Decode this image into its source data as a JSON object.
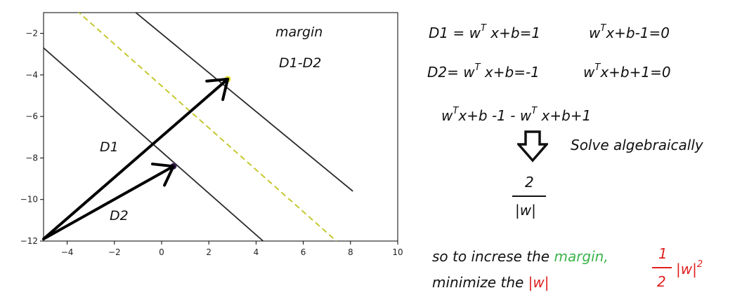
{
  "plot": {
    "labels": {
      "margin": "margin",
      "d1_d2": "D1-D2",
      "d1": "D1",
      "d2": "D2"
    },
    "colors": {
      "line": "#2a2a2a",
      "mid_line": "#c6c832",
      "point_yellow": "#e8e23a",
      "point_purple": "#3b1f57",
      "arrow": "#000000"
    }
  },
  "chart_data": {
    "type": "line",
    "xlim": [
      -5,
      10
    ],
    "ylim": [
      -12,
      -1
    ],
    "x_ticks": [
      -4,
      -2,
      0,
      2,
      4,
      6,
      8,
      10
    ],
    "y_ticks": [
      -2,
      -4,
      -6,
      -8,
      -10,
      -12
    ],
    "grid": false,
    "series": [
      {
        "style": "solid",
        "points": [
          [
            -1.2,
            -0.9
          ],
          [
            8.1,
            -9.6
          ]
        ]
      },
      {
        "style": "dashed",
        "points": [
          [
            -3.6,
            -0.9
          ],
          [
            7.4,
            -12
          ]
        ]
      },
      {
        "style": "solid",
        "points": [
          [
            -5,
            -2.7
          ],
          [
            4.3,
            -12
          ]
        ]
      }
    ],
    "points": [
      {
        "x": 2.8,
        "y": -4.2,
        "color": "yellow"
      },
      {
        "x": 0.5,
        "y": -8.4,
        "color": "purple"
      }
    ],
    "vectors": [
      {
        "from": [
          -5,
          -11.9
        ],
        "to": [
          2.8,
          -4.2
        ]
      },
      {
        "from": [
          -5,
          -11.9
        ],
        "to": [
          0.5,
          -8.4
        ]
      }
    ]
  },
  "equations": {
    "eq1_left": "D1 = w",
    "eq1_left_sup": "T",
    "eq1_left_rest": " x+b=1",
    "eq1_right": "w",
    "eq1_right_sup": "T",
    "eq1_right_rest": "x+b-1=0",
    "eq2_left": "D2= w",
    "eq2_left_sup": "T",
    "eq2_left_rest": " x+b=-1",
    "eq2_right": "w",
    "eq2_right_sup": "T",
    "eq2_right_rest": "x+b+1=0",
    "diff_a": "w",
    "diff_a_sup": "T",
    "diff_a_rest": "x+b -1  -  w",
    "diff_b_sup": "T",
    "diff_b_rest": " x+b+1",
    "solve": "Solve  algebraically",
    "frac_num": "2",
    "frac_den": "|w|"
  },
  "conclusion": {
    "line1_prefix": "so to increse the ",
    "line1_margin": "margin,",
    "line2_prefix": "minimize the ",
    "line2_w": "|w|",
    "half_num": "1",
    "half_den": "2",
    "half_w": "|w|",
    "half_sup": "2",
    "colors": {
      "green": "#3cb44b",
      "red": "#e02020"
    }
  }
}
